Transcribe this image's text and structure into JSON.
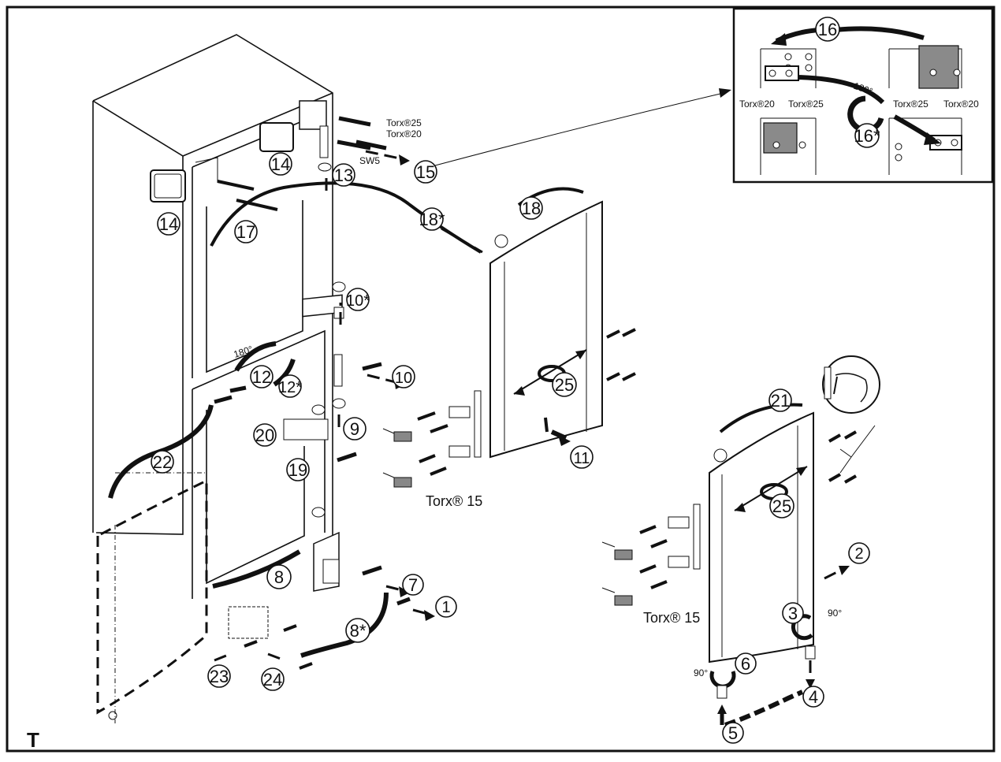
{
  "corner_label": "T",
  "callouts": {
    "n1": "1",
    "n2": "2",
    "n3": "3",
    "n4": "4",
    "n5": "5",
    "n6": "6",
    "n7": "7",
    "n8": "8",
    "n8s": "8*",
    "n9": "9",
    "n10": "10",
    "n10s": "10*",
    "n11": "11",
    "n12": "12",
    "n12s": "12*",
    "n13": "13",
    "n14a": "14",
    "n14b": "14",
    "n15": "15",
    "n16": "16",
    "n16s": "16*",
    "n17": "17",
    "n18": "18",
    "n18s": "18*",
    "n19": "19",
    "n20": "20",
    "n21": "21",
    "n22": "22",
    "n23": "23",
    "n24": "24",
    "n25a": "25",
    "n25b": "25"
  },
  "labels": {
    "torx25_top": "Torx®25",
    "torx20_top": "Torx®20",
    "sw5": "SW5",
    "torx15_mid": "Torx® 15",
    "torx15_right": "Torx® 15",
    "deg180_mid": "180°",
    "deg90_right": "90°",
    "deg90_left": "90°",
    "inset_deg180": "180°",
    "inset_torx20_a": "Torx®20",
    "inset_torx25_a": "Torx®25",
    "inset_torx25_b": "Torx®25",
    "inset_torx20_b": "Torx®20"
  },
  "icons": [
    "screw-icon",
    "hinge-icon",
    "cover-cap-icon",
    "hand-icon",
    "handle-icon"
  ]
}
